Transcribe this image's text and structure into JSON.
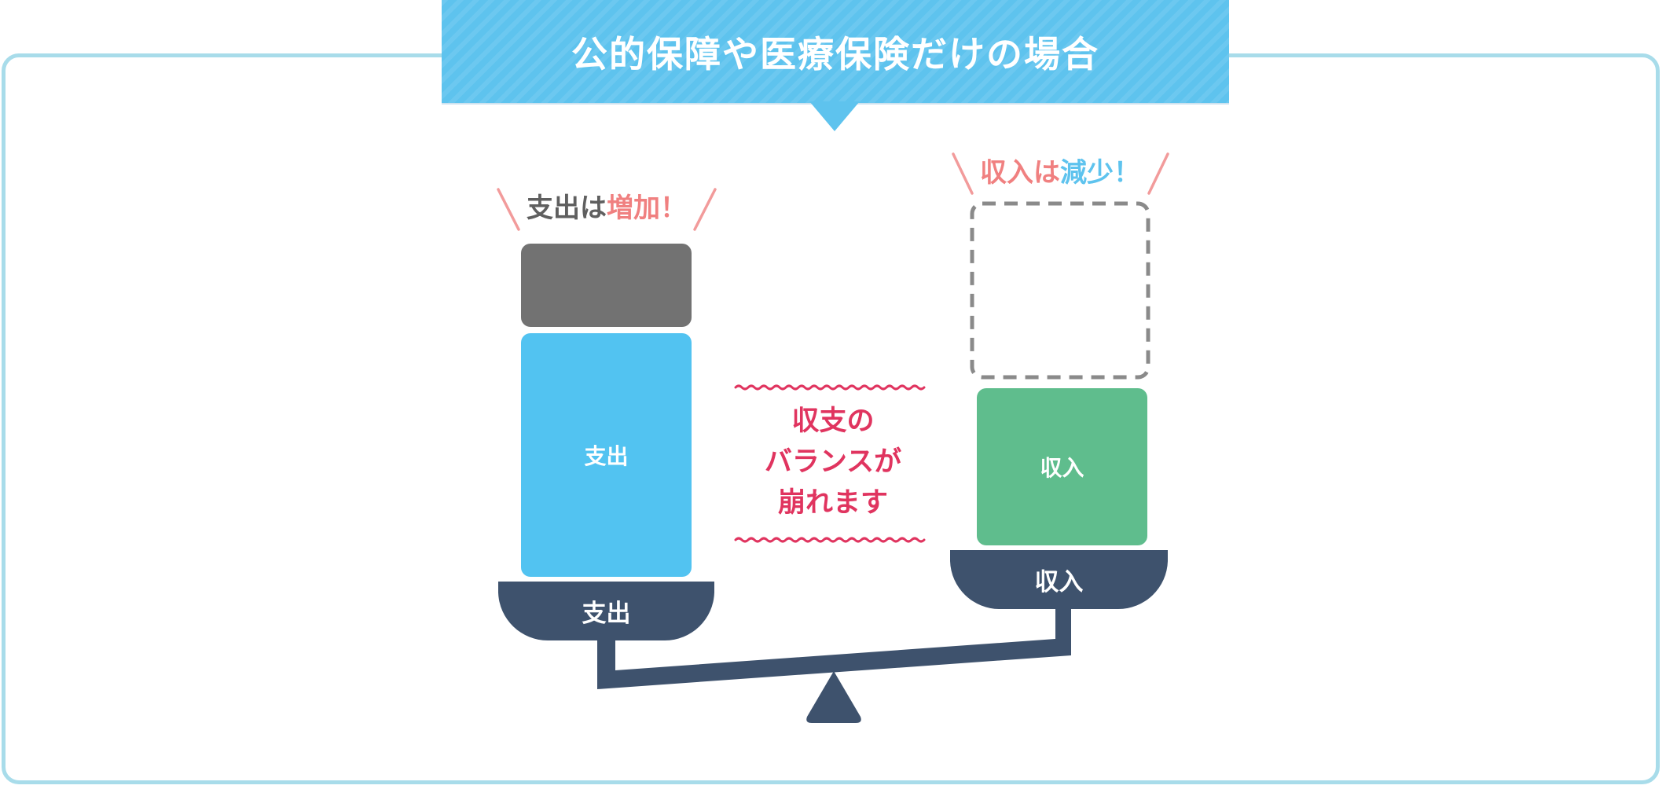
{
  "title": "公的保障や医療保険だけの場合",
  "expense_side": {
    "callout": [
      {
        "text": "支出は",
        "color": "#5f5f5f"
      },
      {
        "text": "増加！",
        "color": "#f08080"
      }
    ],
    "block_label": "支出",
    "pan_label": "支出"
  },
  "income_side": {
    "callout": [
      {
        "text": "収入は",
        "color": "#f08080"
      },
      {
        "text": "減少！",
        "color": "#5ec3ee"
      }
    ],
    "block_label": "収入",
    "pan_label": "収入"
  },
  "message": [
    "収支の",
    "バランスが",
    "崩れます"
  ],
  "colors": {
    "frame": "#a8dcea",
    "banner": "#5ec3ee",
    "extra_expense": "#727272",
    "expense_block": "#52c3f1",
    "income_block": "#5fbd8d",
    "scale": "#3e526d",
    "message": "#e0345f",
    "spark": "#f29b9b",
    "dashed": "#8a8a8a"
  }
}
